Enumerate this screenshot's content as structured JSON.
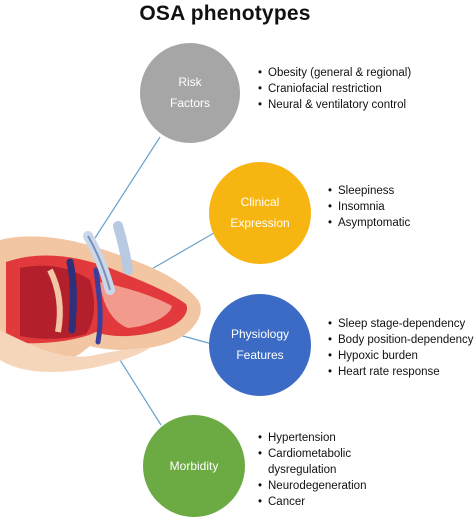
{
  "title": "OSA phenotypes",
  "colors": {
    "risk": "#a6a6a6",
    "clinical": "#f7b512",
    "physiology": "#3b6bc4",
    "morbidity": "#6cab43",
    "connector": "#6aa2c9"
  },
  "illustration": "airway-cross-section-icon",
  "nodes": {
    "risk": {
      "label_line1": "Risk",
      "label_line2": "Factors",
      "items": [
        "Obesity (general & regional)",
        "Craniofacial restriction",
        "Neural & ventilatory control"
      ]
    },
    "clinical": {
      "label_line1": "Clinical",
      "label_line2": "Expression",
      "items": [
        "Sleepiness",
        "Insomnia",
        "Asymptomatic"
      ]
    },
    "physiology": {
      "label_line1": "Physiology",
      "label_line2": "Features",
      "items": [
        "Sleep stage-dependency",
        "Body position-dependency",
        "Hypoxic burden",
        "Heart rate response"
      ]
    },
    "morbidity": {
      "label_line1": "Morbidity",
      "items": [
        "Hypertension",
        "Cardiometabolic dysregulation",
        "Neurodegeneration",
        "Cancer"
      ]
    }
  }
}
